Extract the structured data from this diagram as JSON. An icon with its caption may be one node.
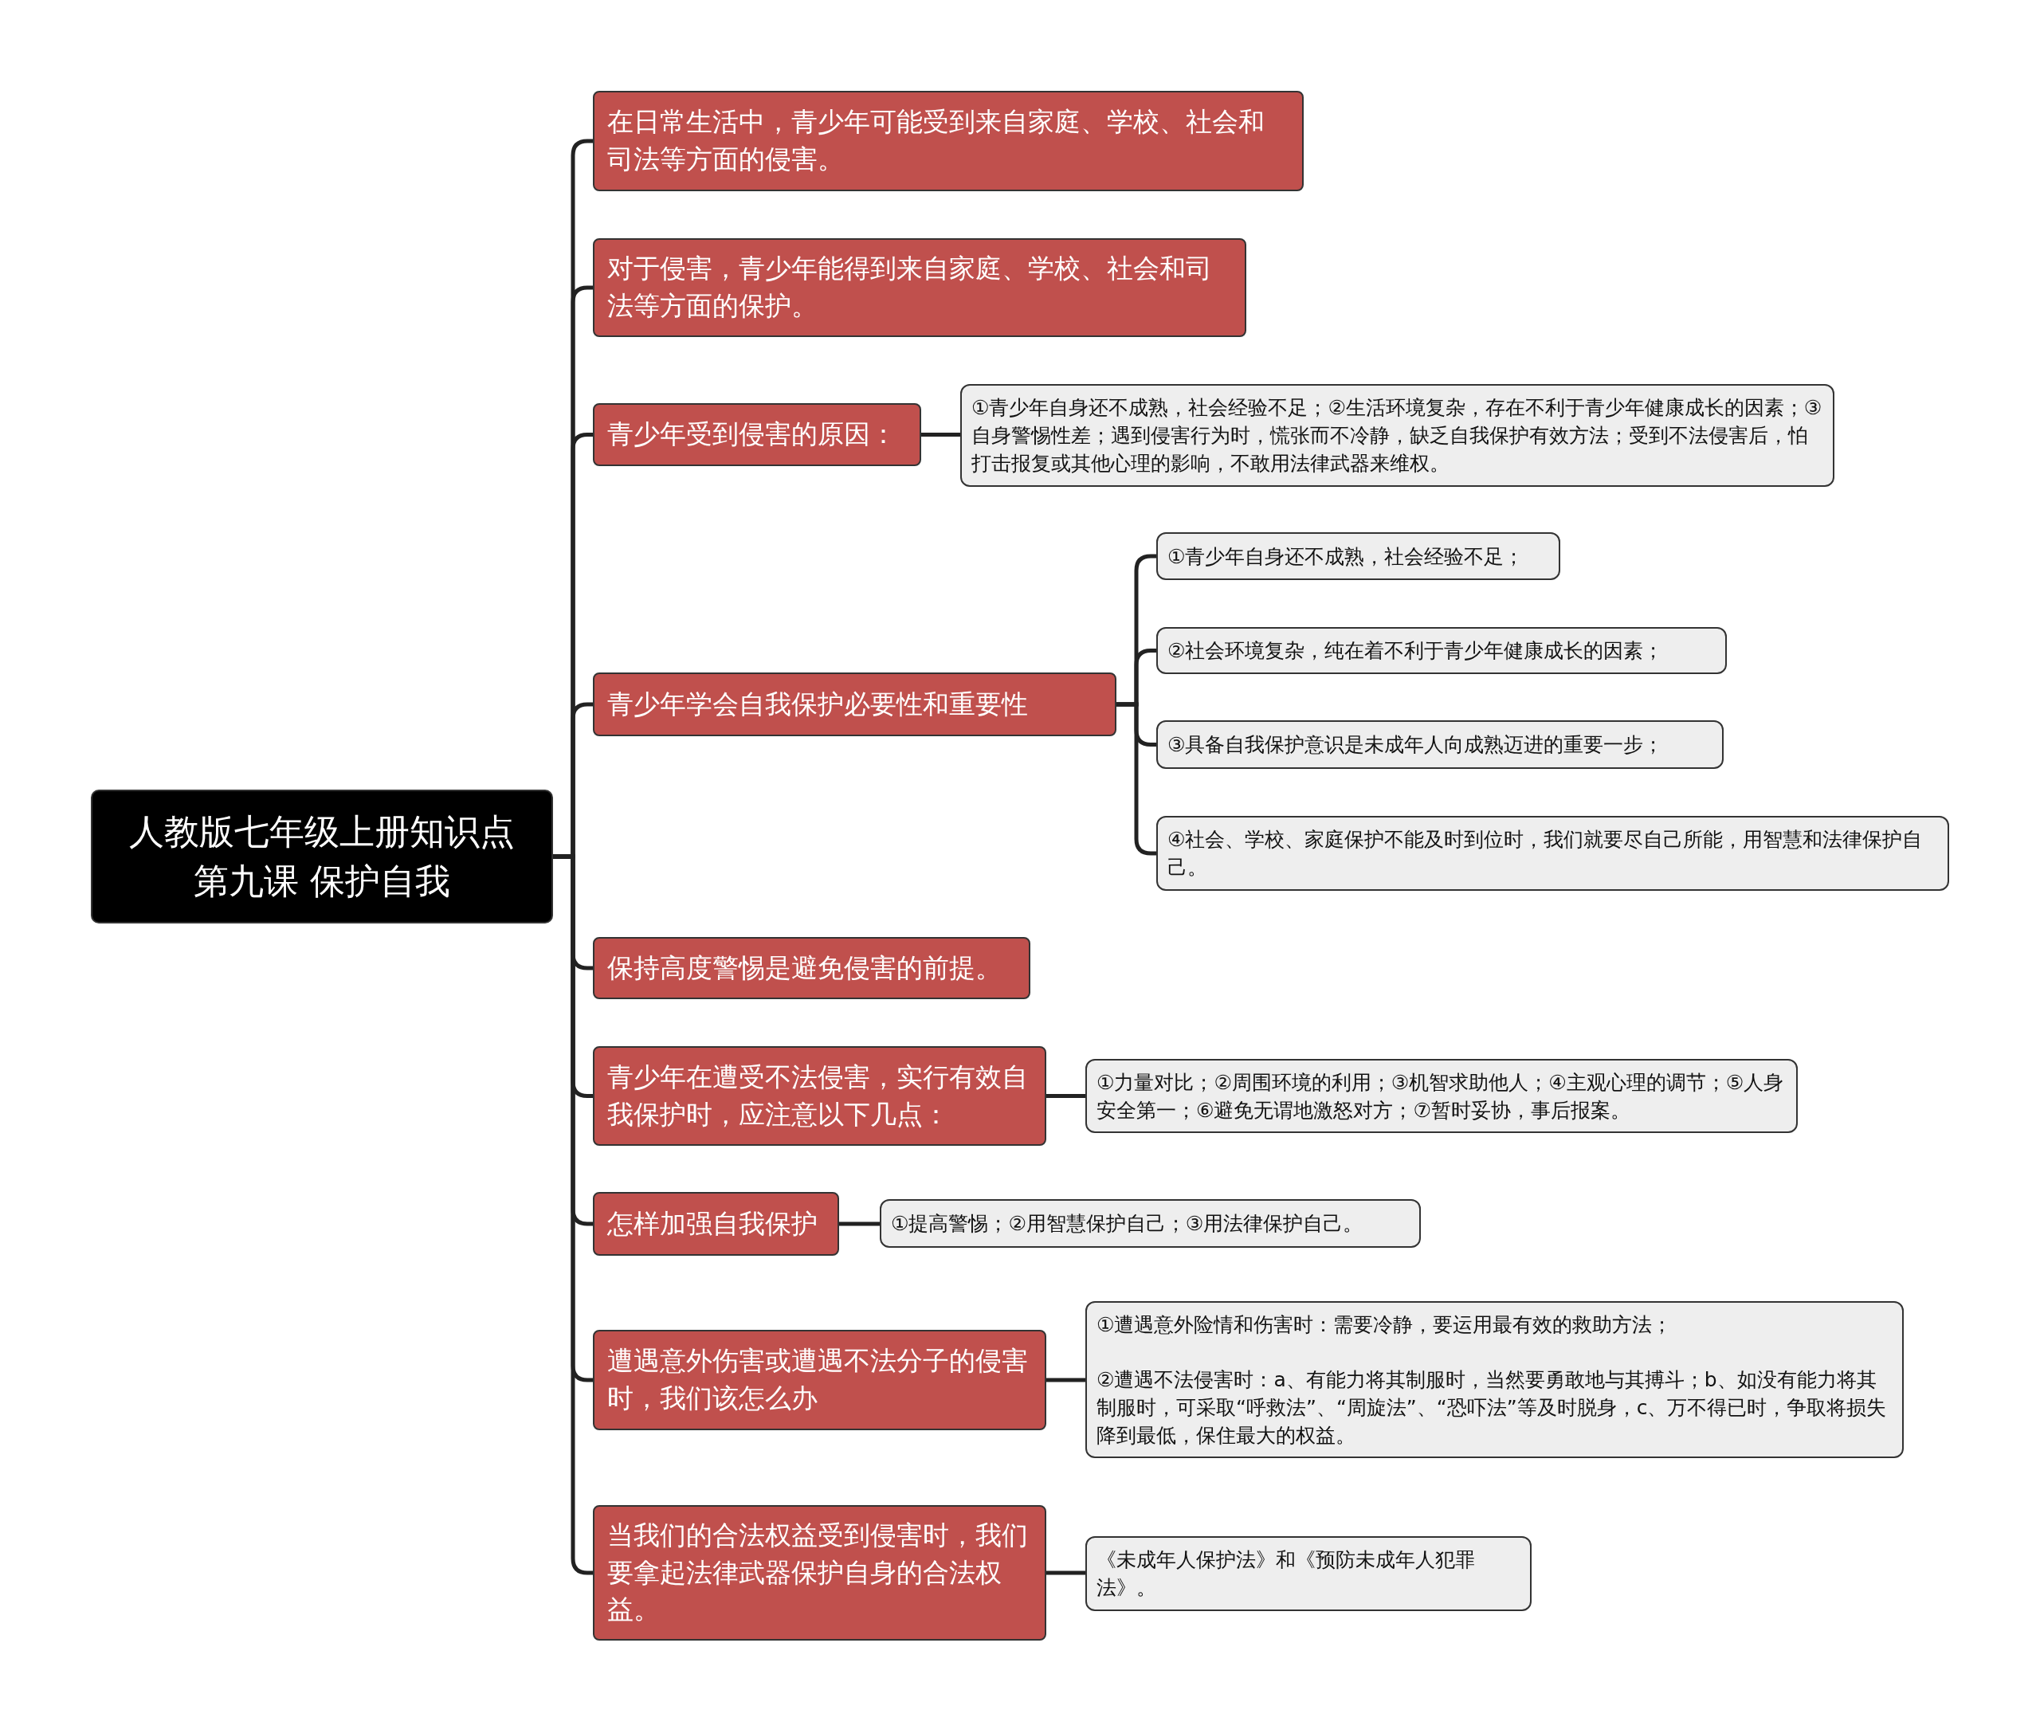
{
  "diagram": {
    "nodes": [
      {
        "text": [
          "人教版七年级上册知识点第九课 保护自我"
        ]
      },
      {
        "text": [
          "在日常生活中，青少年可能受到来自家庭、学校、社会和司法等方面的侵害。"
        ]
      },
      {
        "text": [
          "对于侵害，青少年能得到来自家庭、学校、社会和司法等方面的保护。"
        ]
      },
      {
        "text": [
          "青少年受到侵害的原因："
        ]
      },
      {
        "text": [
          "①青少年自身还不成熟，社会经验不足；②生活环境复杂，存在不利于青少年健康成长的因素；③自身警惕性差；遇到侵害行为时，慌张而不冷静，缺乏自我保护有效方法；受到不法侵害后，怕打击报复或其他心理的影响，不敢用法律武器来维权。"
        ]
      },
      {
        "text": [
          "青少年学会自我保护必要性和重要性"
        ]
      },
      {
        "text": [
          "①青少年自身还不成熟，社会经验不足；"
        ]
      },
      {
        "text": [
          "②社会环境复杂，纯在着不利于青少年健康成长的因素；"
        ]
      },
      {
        "text": [
          "③具备自我保护意识是未成年人向成熟迈进的重要一步；"
        ]
      },
      {
        "text": [
          "④社会、学校、家庭保护不能及时到位时，我们就要尽自己所能，用智慧和法律保护自己。"
        ]
      },
      {
        "text": [
          "保持高度警惕是避免侵害的前提。"
        ]
      },
      {
        "text": [
          "青少年在遭受不法侵害，实行有效自我保护时，应注意以下几点："
        ]
      },
      {
        "text": [
          "①力量对比；②周围环境的利用；③机智求助他人；④主观心理的调节；⑤人身安全第一；⑥避免无谓地激怒对方；⑦暂时妥协，事后报案。"
        ]
      },
      {
        "text": [
          "怎样加强自我保护"
        ]
      },
      {
        "text": [
          "①提高警惕；②用智慧保护自己；③用法律保护自己。"
        ]
      },
      {
        "text": [
          "遭遇意外伤害或遭遇不法分子的侵害时，我们该怎么办"
        ]
      },
      {
        "text": [
          "①遭遇意外险情和伤害时：需要冷静，要运用最有效的救助方法；",
          "②遭遇不法侵害时：a、有能力将其制服时，当然要勇敢地与其搏斗；b、如没有能力将其制服时，可采取“呼救法”、“周旋法”、“恐吓法”等及时脱身，c、万不得已时，争取将损失降到最低，保住最大的权益。"
        ]
      },
      {
        "text": [
          "当我们的合法权益受到侵害时，我们要拿起法律武器保护自身的合法权益。"
        ]
      },
      {
        "text": [
          "《未成年人保护法》和《预防未成年人犯罪法》。"
        ]
      }
    ],
    "edges": [
      {
        "from": 0,
        "to": 1,
        "arrow": "none"
      },
      {
        "from": 0,
        "to": 2,
        "arrow": "none"
      },
      {
        "from": 0,
        "to": 3,
        "arrow": "none"
      },
      {
        "from": 0,
        "to": 5,
        "arrow": "none"
      },
      {
        "from": 0,
        "to": 10,
        "arrow": "none"
      },
      {
        "from": 0,
        "to": 11,
        "arrow": "none"
      },
      {
        "from": 0,
        "to": 13,
        "arrow": "none"
      },
      {
        "from": 0,
        "to": 15,
        "arrow": "none"
      },
      {
        "from": 0,
        "to": 17,
        "arrow": "none"
      },
      {
        "from": 3,
        "to": 4,
        "arrow": "none"
      },
      {
        "from": 5,
        "to": 6,
        "arrow": "none"
      },
      {
        "from": 5,
        "to": 7,
        "arrow": "none"
      },
      {
        "from": 5,
        "to": 8,
        "arrow": "none"
      },
      {
        "from": 5,
        "to": 9,
        "arrow": "none"
      },
      {
        "from": 11,
        "to": 12,
        "arrow": "none"
      },
      {
        "from": 13,
        "to": 14,
        "arrow": "none"
      },
      {
        "from": 15,
        "to": 16,
        "arrow": "none"
      },
      {
        "from": 17,
        "to": 18,
        "arrow": "none"
      }
    ]
  }
}
